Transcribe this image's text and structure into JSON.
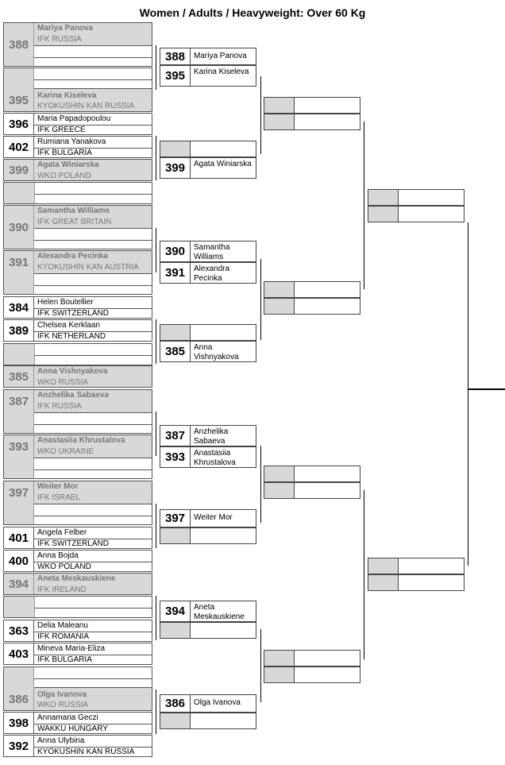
{
  "title": "Women / Adults / Heavyweight: Over 60 Kg",
  "round1": [
    {
      "num": "388",
      "name": "Mariya Panova",
      "club": "IFK RUSSIA",
      "seeded": true
    },
    {
      "num": "395",
      "name": "Karina Kiseleva",
      "club": "KYOKUSHIN KAN RUSSIA",
      "seeded": true
    },
    {
      "num": "396",
      "name": "Maria Papadopoulou",
      "club": "IFK GREECE",
      "seeded": false
    },
    {
      "num": "402",
      "name": "Rumiana Yanakova",
      "club": "IFK BULGARIA",
      "seeded": false
    },
    {
      "num": "399",
      "name": "Agata Winiarska",
      "club": "WKO POLAND",
      "seeded": true
    },
    {
      "num": "390",
      "name": "Samantha Williams",
      "club": "IFK GREAT BRITAIN",
      "seeded": true
    },
    {
      "num": "391",
      "name": "Alexandra Pecinka",
      "club": "KYOKUSHIN KAN AUSTRIA",
      "seeded": true
    },
    {
      "num": "384",
      "name": "Helen Boutellier",
      "club": "IFK SWITZERLAND",
      "seeded": false
    },
    {
      "num": "389",
      "name": "Chelsea Kerklaan",
      "club": "IFK NETHERLAND",
      "seeded": false
    },
    {
      "num": "385",
      "name": "Anna Vishnyakova",
      "club": "WKO RUSSIA",
      "seeded": true
    },
    {
      "num": "387",
      "name": "Anzhelika Sabaeva",
      "club": "IFK RUSSIA",
      "seeded": true
    },
    {
      "num": "393",
      "name": "Anastasiia Khrustalova",
      "club": "WKO UKRAINE",
      "seeded": true
    },
    {
      "num": "397",
      "name": "Weiter Mor",
      "club": "IFK ISRAEL",
      "seeded": true
    },
    {
      "num": "401",
      "name": "Angela Felber",
      "club": "IFK SWITZERLAND",
      "seeded": false
    },
    {
      "num": "400",
      "name": "Anna Bojda",
      "club": "WKO POLAND",
      "seeded": false
    },
    {
      "num": "394",
      "name": "Aneta Meskauskiene",
      "club": "IFK IRELAND",
      "seeded": true
    },
    {
      "num": "363",
      "name": "Delia Maleanu",
      "club": "IFK ROMANIA",
      "seeded": false
    },
    {
      "num": "403",
      "name": "Mineva Maria-Eliza",
      "club": "IFK BULGARIA",
      "seeded": false
    },
    {
      "num": "386",
      "name": "Olga Ivanova",
      "club": "WKO RUSSIA",
      "seeded": true
    },
    {
      "num": "398",
      "name": "Annamaria Geczi",
      "club": "WAKKU HUNGARY",
      "seeded": false
    },
    {
      "num": "392",
      "name": "Anna Ulybina",
      "club": "KYOKUSHIN KAN RUSSIA",
      "seeded": false
    }
  ],
  "round2": [
    {
      "num": "388",
      "name": "Mariya Panova"
    },
    {
      "num": "395",
      "name": "Karina Kiseleva"
    },
    {
      "num": "",
      "name": ""
    },
    {
      "num": "399",
      "name": "Agata Winiarska"
    },
    {
      "num": "390",
      "name": "Samantha Williams"
    },
    {
      "num": "391",
      "name": "Alexandra Pecinka"
    },
    {
      "num": "",
      "name": ""
    },
    {
      "num": "385",
      "name": "Anna Vishnyakova"
    },
    {
      "num": "387",
      "name": "Anzhelika Sabaeva"
    },
    {
      "num": "393",
      "name": "Anastasiia Khrustalova"
    },
    {
      "num": "397",
      "name": "Weiter Mor"
    },
    {
      "num": "",
      "name": ""
    },
    {
      "num": "394",
      "name": "Aneta Meskauskiene"
    },
    {
      "num": "",
      "name": ""
    },
    {
      "num": "386",
      "name": "Olga Ivanova"
    },
    {
      "num": "",
      "name": ""
    }
  ]
}
